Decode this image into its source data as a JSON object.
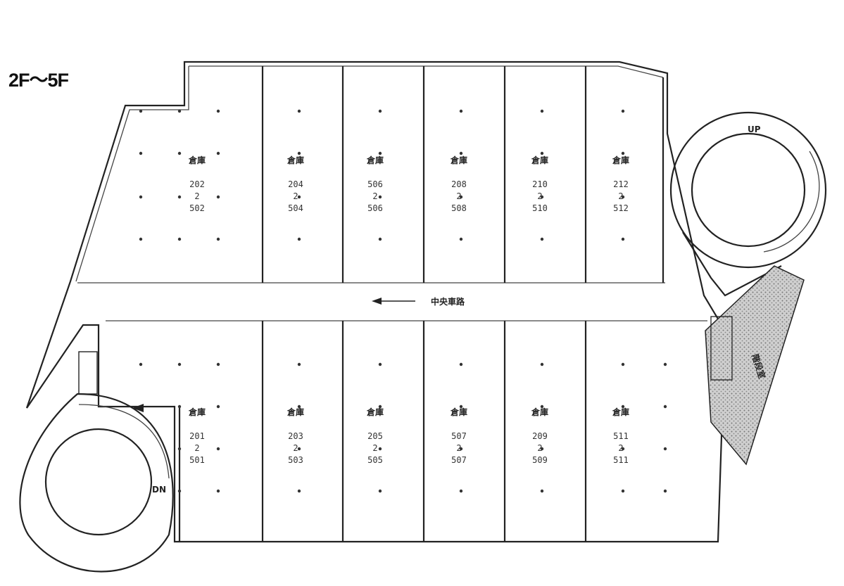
{
  "floor_label": "2F～5F",
  "ramp_up_label": "UP",
  "ramp_down_label": "DN",
  "corridor_label": "中央車路",
  "stair_label": "階段室",
  "rooms": [
    {
      "name": "倉庫",
      "top": "202",
      "mid": "2",
      "bottom": "502"
    },
    {
      "name": "倉庫",
      "top": "204",
      "mid": "2",
      "bottom": "504"
    },
    {
      "name": "倉庫",
      "top": "506",
      "mid": "2",
      "bottom": "506"
    },
    {
      "name": "倉庫",
      "top": "208",
      "mid": "2",
      "bottom": "508"
    },
    {
      "name": "倉庫",
      "top": "210",
      "mid": "2",
      "bottom": "510"
    },
    {
      "name": "倉庫",
      "top": "212",
      "mid": "2",
      "bottom": "512"
    },
    {
      "name": "倉庫",
      "top": "201",
      "mid": "2",
      "bottom": "501"
    },
    {
      "name": "倉庫",
      "top": "203",
      "mid": "2",
      "bottom": "503"
    },
    {
      "name": "倉庫",
      "top": "205",
      "mid": "2",
      "bottom": "505"
    },
    {
      "name": "倉庫",
      "top": "507",
      "mid": "2",
      "bottom": "507"
    },
    {
      "name": "倉庫",
      "top": "209",
      "mid": "2",
      "bottom": "509"
    },
    {
      "name": "倉庫",
      "top": "511",
      "mid": "2",
      "bottom": "511"
    }
  ]
}
